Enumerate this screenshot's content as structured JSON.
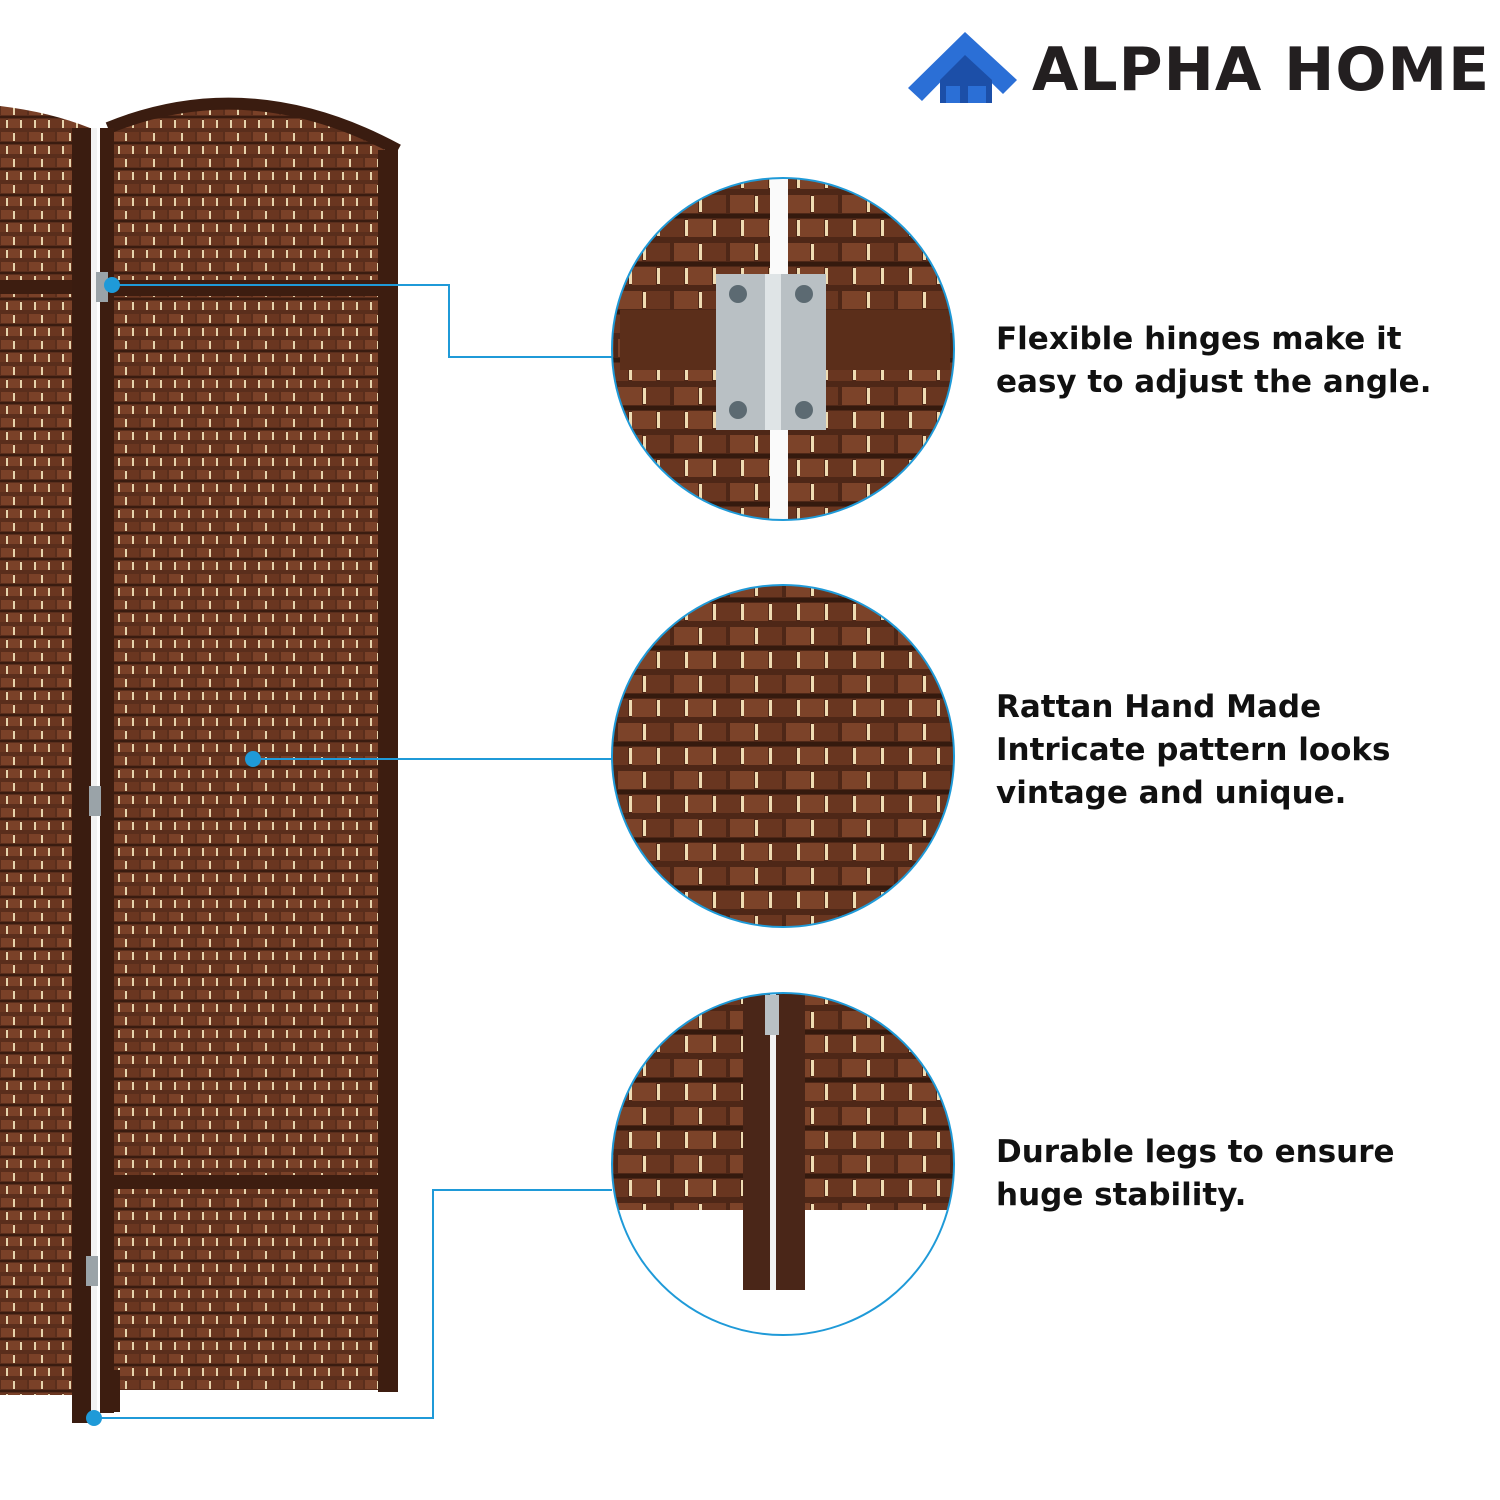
{
  "brand": {
    "name": "ALPHA HOME",
    "logo_icon": "house-icon",
    "logo_color": "#2b6fd6"
  },
  "features": [
    {
      "lines": [
        "Flexible hinges make it",
        "easy to adjust the angle."
      ],
      "detail": "hinge-closeup"
    },
    {
      "lines": [
        "Rattan Hand Made",
        "Intricate pattern looks",
        "vintage and unique."
      ],
      "detail": "weave-closeup"
    },
    {
      "lines": [
        "Durable legs to ensure",
        "huge stability."
      ],
      "detail": "legs-closeup"
    }
  ],
  "colors": {
    "callout_blue": "#1f9ad8",
    "rattan_dark": "#4a2618",
    "rattan_mid": "#6b3a24",
    "straw": "#e6d3ac"
  }
}
